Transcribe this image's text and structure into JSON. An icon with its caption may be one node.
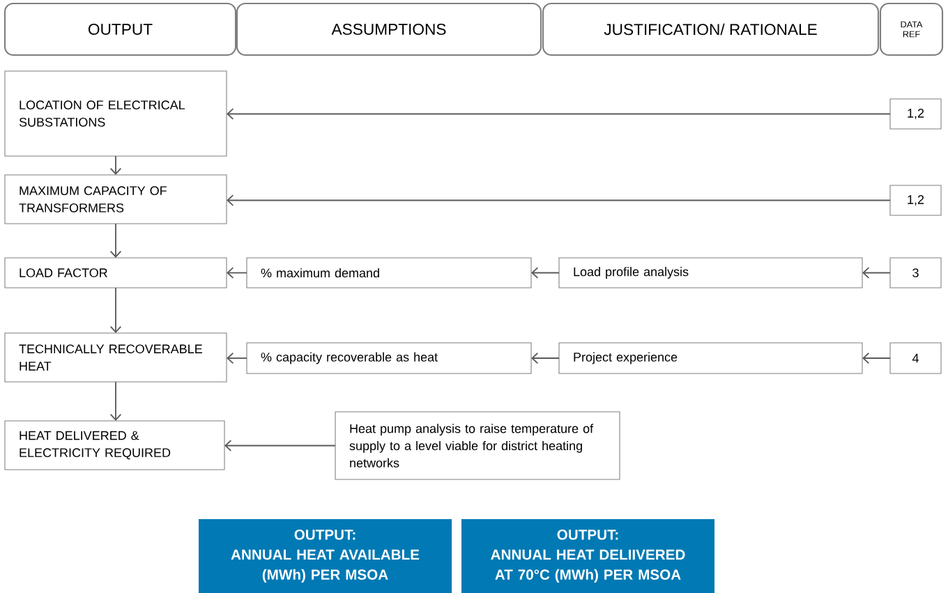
{
  "diagram": {
    "nodes": [
      {
        "text": [
          "OUTPUT"
        ]
      },
      {
        "text": [
          "ASSUMPTIONS"
        ]
      },
      {
        "text": [
          "JUSTIFICATION/ RATIONALE"
        ]
      },
      {
        "text": [
          "DATA REF"
        ]
      },
      {
        "text": [
          "LOCATION OF ELECTRICAL SUBSTATIONS"
        ]
      },
      {
        "text": [
          "1,2"
        ]
      },
      {
        "text": [
          "MAXIMUM CAPACITY OF TRANSFORMERS"
        ]
      },
      {
        "text": [
          "1,2"
        ]
      },
      {
        "text": [
          "LOAD FACTOR"
        ]
      },
      {
        "text": [
          "% maximum demand"
        ]
      },
      {
        "text": [
          "Load profile analysis"
        ]
      },
      {
        "text": [
          "3"
        ]
      },
      {
        "text": [
          "TECHNICALLY RECOVERABLE HEAT"
        ]
      },
      {
        "text": [
          "% capacity recoverable as heat"
        ]
      },
      {
        "text": [
          "Project experience"
        ]
      },
      {
        "text": [
          "4"
        ]
      },
      {
        "text": [
          "HEAT DELIVERED & ELECTRICITY REQUIRED"
        ]
      },
      {
        "text": [
          "Heat pump analysis to raise temperature of supply to a level viable for district heating networks"
        ]
      },
      {
        "text": [
          "OUTPUT:",
          "ANNUAL HEAT AVAILABLE (MWh) PER MSOA"
        ]
      },
      {
        "text": [
          "OUTPUT:",
          "ANNUAL HEAT DELIIVERED AT 70°C (MWh) PER MSOA"
        ]
      }
    ],
    "edges": [
      {
        "from": 5,
        "to": 4,
        "arrow": "to"
      },
      {
        "from": 4,
        "to": 6,
        "arrow": "to"
      },
      {
        "from": 7,
        "to": 6,
        "arrow": "to"
      },
      {
        "from": 6,
        "to": 8,
        "arrow": "to"
      },
      {
        "from": 9,
        "to": 8,
        "arrow": "to"
      },
      {
        "from": 10,
        "to": 9,
        "arrow": "to"
      },
      {
        "from": 11,
        "to": 10,
        "arrow": "to"
      },
      {
        "from": 8,
        "to": 12,
        "arrow": "to"
      },
      {
        "from": 13,
        "to": 12,
        "arrow": "to"
      },
      {
        "from": 14,
        "to": 13,
        "arrow": "to"
      },
      {
        "from": 15,
        "to": 14,
        "arrow": "to"
      },
      {
        "from": 12,
        "to": 16,
        "arrow": "to"
      },
      {
        "from": 17,
        "to": 16,
        "arrow": "to"
      }
    ]
  }
}
